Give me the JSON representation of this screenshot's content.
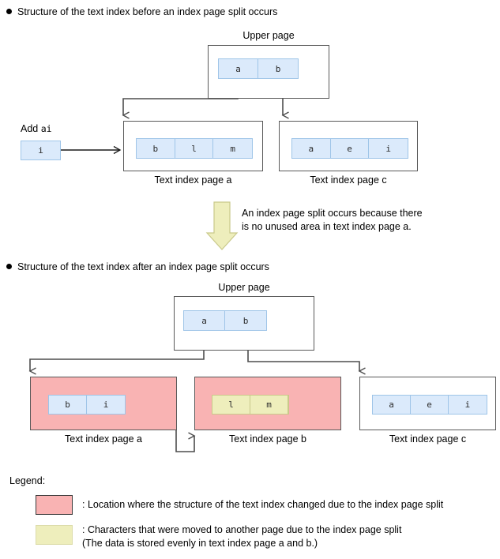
{
  "sections": {
    "before": {
      "heading": "Structure of the text index before an index page split occurs",
      "upper_page_title": "Upper page",
      "upper_cells": [
        "a",
        "b"
      ],
      "add_label_prefix": "Add ",
      "add_label_value": "ai",
      "add_cell": "i",
      "page_a_caption": "Text index page a",
      "page_a_cells": [
        "b",
        "l",
        "m"
      ],
      "page_c_caption": "Text index page c",
      "page_c_cells": [
        "a",
        "e",
        "i"
      ]
    },
    "transition": {
      "note_line1": "An index page split occurs because there",
      "note_line2": "is no unused area in text index page a."
    },
    "after": {
      "heading": "Structure of the text index after an index page split occurs",
      "upper_page_title": "Upper page",
      "upper_cells": [
        "a",
        "b"
      ],
      "page_a_caption": "Text index page a",
      "page_a_cells": [
        "b",
        "i"
      ],
      "page_b_caption": "Text index page b",
      "page_b_cells": [
        "l",
        "m"
      ],
      "page_c_caption": "Text index page c",
      "page_c_cells": [
        "a",
        "e",
        "i"
      ]
    }
  },
  "legend": {
    "title": "Legend:",
    "items": [
      {
        "color": "#f9b3b3",
        "line1": ": Location where the structure of the text index changed due to the index page split",
        "line2": ""
      },
      {
        "color": "#eeeebc",
        "line1": ": Characters that were moved to another page due to the index page split",
        "line2": " (The data is stored evenly in text index page a and b.)"
      }
    ]
  },
  "colors": {
    "cell_fill": "#dbeafb",
    "cell_border": "#9fc5e8",
    "changed_fill": "#f9b3b3",
    "moved_fill": "#eeeebc",
    "box_border": "#595959",
    "wire": "#4d4d4d",
    "arrow_fill": "#eeeebc"
  }
}
